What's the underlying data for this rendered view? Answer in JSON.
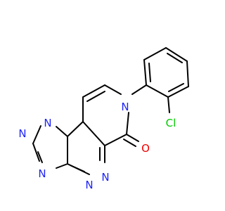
{
  "molecule": {
    "colors": {
      "bond": "#000000",
      "nitrogen": "#1e23f5",
      "oxygen": "#f00000",
      "chlorine": "#00c800"
    },
    "atoms": {
      "n_pyridone": "N",
      "o_carbonyl": "O",
      "cl": "Cl",
      "n_triazole_1": "N",
      "n_triazole_2": "N",
      "n_triazole_3": "N",
      "n_triazine_1": "N",
      "n_triazine_2": "N"
    }
  }
}
